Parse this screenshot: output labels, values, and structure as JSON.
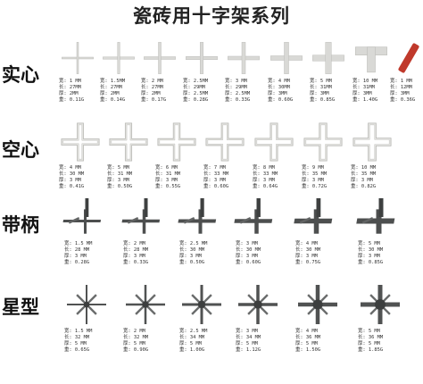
{
  "page": {
    "title": "瓷砖用十字架系列"
  },
  "rows": [
    {
      "label": "实心",
      "kind": "solid",
      "items": [
        {
          "w": "宽: 1 MM",
          "l": "长: 27MM",
          "t": "厚: 2MM",
          "g": "重: 0.11G"
        },
        {
          "w": "宽: 1.5MM",
          "l": "长: 27MM",
          "t": "厚: 2MM",
          "g": "重: 0.14G"
        },
        {
          "w": "宽: 2 MM",
          "l": "长: 27MM",
          "t": "厚: 2MM",
          "g": "重: 0.17G"
        },
        {
          "w": "宽: 2.5MM",
          "l": "长: 29MM",
          "t": "厚: 2.5MM",
          "g": "重: 0.28G"
        },
        {
          "w": "宽: 3 MM",
          "l": "长: 29MM",
          "t": "厚: 2.5MM",
          "g": "重: 0.33G"
        },
        {
          "w": "宽: 4 MM",
          "l": "长: 30MM",
          "t": "厚: 3MM",
          "g": "重: 0.60G"
        },
        {
          "w": "宽: 5 MM",
          "l": "长: 31MM",
          "t": "厚: 3MM",
          "g": "重: 0.85G"
        },
        {
          "w": "宽: 10 MM",
          "l": "长: 31MM",
          "t": "厚: 3MM",
          "g": "重: 1.40G"
        },
        {
          "w": "宽: 1 MM",
          "l": "长: 12MM",
          "t": "厚: 3MM",
          "g": "重: 0.36G"
        }
      ]
    },
    {
      "label": "空心",
      "kind": "hollow",
      "items": [
        {
          "w": "宽: 4 MM",
          "l": "长: 30 MM",
          "t": "厚: 3 MM",
          "g": "重: 0.41G"
        },
        {
          "w": "宽: 5 MM",
          "l": "长: 31 MM",
          "t": "厚: 3 MM",
          "g": "重: 0.50G"
        },
        {
          "w": "宽: 6 MM",
          "l": "长: 31 MM",
          "t": "厚: 3 MM",
          "g": "重: 0.55G"
        },
        {
          "w": "宽: 7 MM",
          "l": "长: 33 MM",
          "t": "厚: 3 MM",
          "g": "重: 0.60G"
        },
        {
          "w": "宽: 8 MM",
          "l": "长: 33 MM",
          "t": "厚: 3 MM",
          "g": "重: 0.64G"
        },
        {
          "w": "宽: 9 MM",
          "l": "长: 35 MM",
          "t": "厚: 3 MM",
          "g": "重: 0.72G"
        },
        {
          "w": "宽: 10 MM",
          "l": "长: 35 MM",
          "t": "厚: 3 MM",
          "g": "重: 0.82G"
        }
      ]
    },
    {
      "label": "带柄",
      "kind": "handle",
      "items": [
        {
          "w": "宽: 1.5 MM",
          "l": "长: 28 MM",
          "t": "厚: 3 MM",
          "g": "重: 0.28G"
        },
        {
          "w": "宽: 2 MM",
          "l": "长: 28 MM",
          "t": "厚: 3 MM",
          "g": "重: 0.33G"
        },
        {
          "w": "宽: 2.5 MM",
          "l": "长: 30 MM",
          "t": "厚: 3 MM",
          "g": "重: 0.50G"
        },
        {
          "w": "宽: 3 MM",
          "l": "长: 30 MM",
          "t": "厚: 3 MM",
          "g": "重: 0.60G"
        },
        {
          "w": "宽: 4 MM",
          "l": "长: 30 MM",
          "t": "厚: 3 MM",
          "g": "重: 0.75G"
        },
        {
          "w": "宽: 5 MM",
          "l": "长: 30 MM",
          "t": "厚: 3 MM",
          "g": "重: 0.85G"
        }
      ]
    },
    {
      "label": "星型",
      "kind": "star",
      "items": [
        {
          "w": "宽: 1.5 MM",
          "l": "长: 32 MM",
          "t": "厚: 5 MM",
          "g": "重: 0.65G"
        },
        {
          "w": "宽: 2 MM",
          "l": "长: 32 MM",
          "t": "厚: 5 MM",
          "g": "重: 0.90G"
        },
        {
          "w": "宽: 2.5 MM",
          "l": "长: 34 MM",
          "t": "厚: 5 MM",
          "g": "重: 1.00G"
        },
        {
          "w": "宽: 3 MM",
          "l": "长: 34 MM",
          "t": "厚: 5 MM",
          "g": "重: 1.12G"
        },
        {
          "w": "宽: 4 MM",
          "l": "长: 36 MM",
          "t": "厚: 5 MM",
          "g": "重: 1.50G"
        },
        {
          "w": "宽: 5 MM",
          "l": "长: 36 MM",
          "t": "厚: 5 MM",
          "g": "重: 1.85G"
        }
      ]
    }
  ],
  "colors": {
    "solid": "#d9d9d6",
    "hollow": "#e2e2df",
    "handle": "#4d4f4f",
    "star": "#505252",
    "special": "#c0392b"
  }
}
